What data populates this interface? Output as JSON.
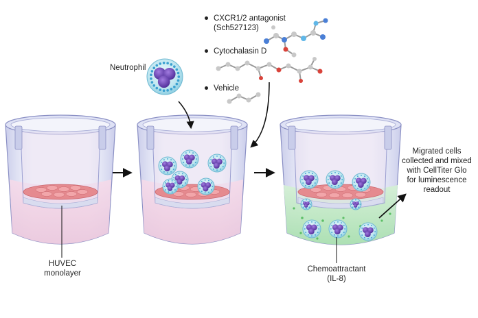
{
  "labels": {
    "neutrophil": "Neutrophil",
    "huvec_line1": "HUVEC",
    "huvec_line2": "monolayer",
    "chemo_line1": "Chemoattractant",
    "chemo_line2": "(IL-8)",
    "migrated_line1": "Migrated cells",
    "migrated_line2": "collected and mixed",
    "migrated_line3": "with CellTiter Glo",
    "migrated_line4": "for luminescence",
    "migrated_line5": "readout"
  },
  "treatments": [
    {
      "line1": "CXCR1/2 antagonist",
      "line2": "(Sch527123)"
    },
    {
      "line1": "Cytochalasin D",
      "line2": ""
    },
    {
      "line1": "Vehicle",
      "line2": ""
    }
  ],
  "colors": {
    "well_wall": "#c9cdea",
    "well_outline": "#8a8fc4",
    "media_pink": "#f3d6e6",
    "monolayer": "#e58a8f",
    "membrane": "#d9dcef",
    "chemo_green": "#bfe8c4",
    "cell_body": "#bfe6f0",
    "nucleus": "#6a3fb0",
    "granule": "#3aa0d0",
    "arrow": "#111111"
  },
  "icons": [
    "transwell-insert-icon",
    "neutrophil-icon",
    "molecule-icon",
    "arrow-icon"
  ]
}
